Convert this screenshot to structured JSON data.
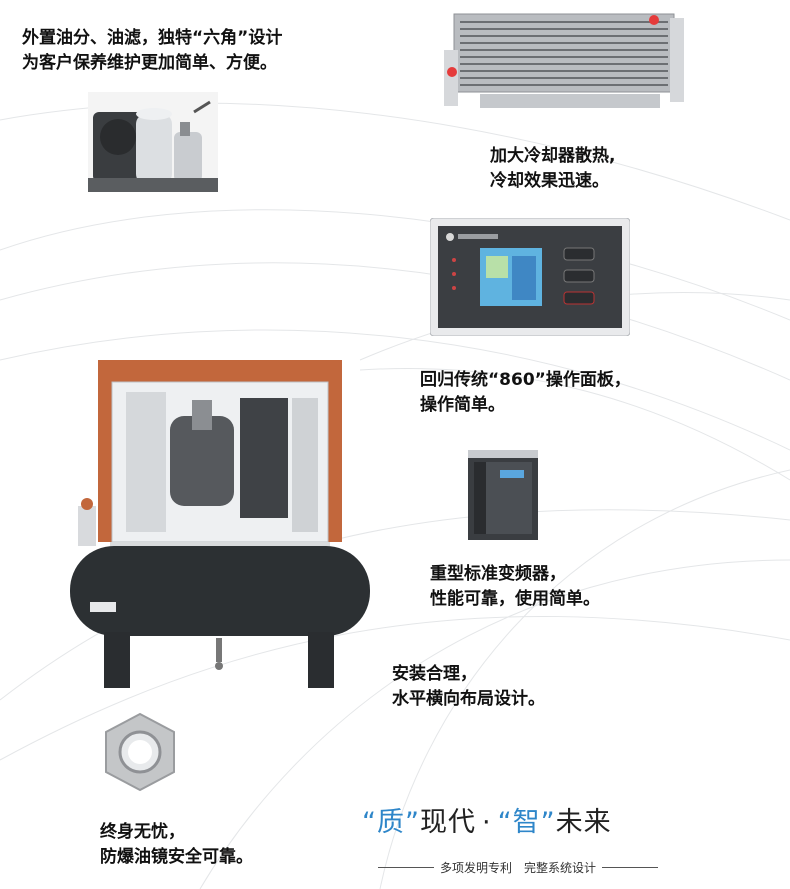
{
  "captions": {
    "oil_separator": [
      "外置油分、油滤，独特“六角”设计",
      "为客户保养维护更加简单、方便。"
    ],
    "cooler": [
      "加大冷却器散热,",
      "冷却效果迅速。"
    ],
    "panel": [
      "回归传统“860”操作面板，",
      "操作简单。"
    ],
    "inverter": [
      "重型标准变频器，",
      "性能可靠，使用简单。"
    ],
    "layout": [
      "安装合理，",
      "水平横向布局设计。"
    ],
    "sight_glass": [
      "终身无忧，",
      "防爆油镜安全可靠。"
    ]
  },
  "slogan": {
    "q1_open": "“",
    "q1_word": "质",
    "q1_close": "”",
    "part1": "现代",
    "dot": "·",
    "q2_open": "“",
    "q2_word": "智",
    "q2_close": "”",
    "part2": "未来"
  },
  "subline": {
    "left": "多项发明专利",
    "right": "完整系统设计"
  },
  "colors": {
    "accent_blue": "#2e86c9",
    "copper": "#c2673c",
    "tank": "#2c3033"
  }
}
